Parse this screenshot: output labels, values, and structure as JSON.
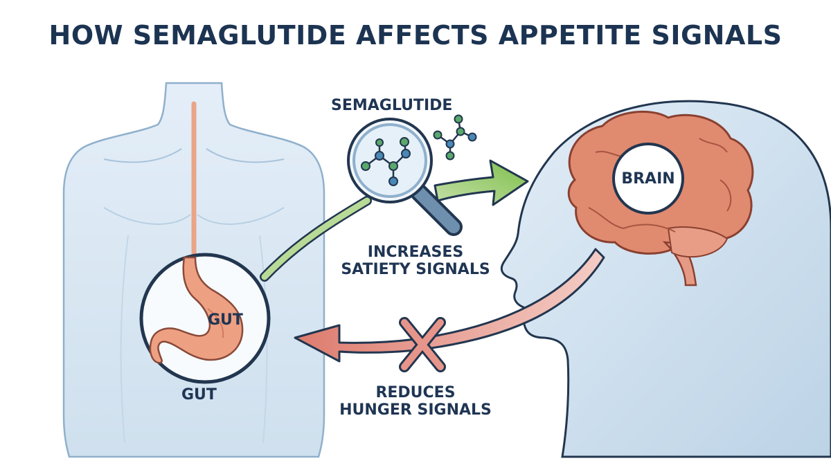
{
  "title": "HOW SEMAGLUTIDE AFFECTS APPETITE SIGNALS",
  "labels": {
    "semaglutide": "SEMAGLUTIDE",
    "brain": "BRAIN",
    "gut_stomach": "GUT",
    "gut_body": "GUT",
    "increases_line1": "INCREASES",
    "increases_line2": "SATIETY SIGNALS",
    "reduces_line1": "REDUCES",
    "reduces_line2": "HUNGER SIGNALS"
  },
  "colors": {
    "title": "#1c3452",
    "body_fill": "#dbe9f5",
    "outline": "#22364f",
    "brain": "#e08a70",
    "stomach": "#eea083",
    "satiety_arrow": "#8cc35a",
    "hunger_arrow": "#e0857a",
    "molecule_green": "#5aa86a",
    "molecule_blue": "#4a88b6"
  }
}
